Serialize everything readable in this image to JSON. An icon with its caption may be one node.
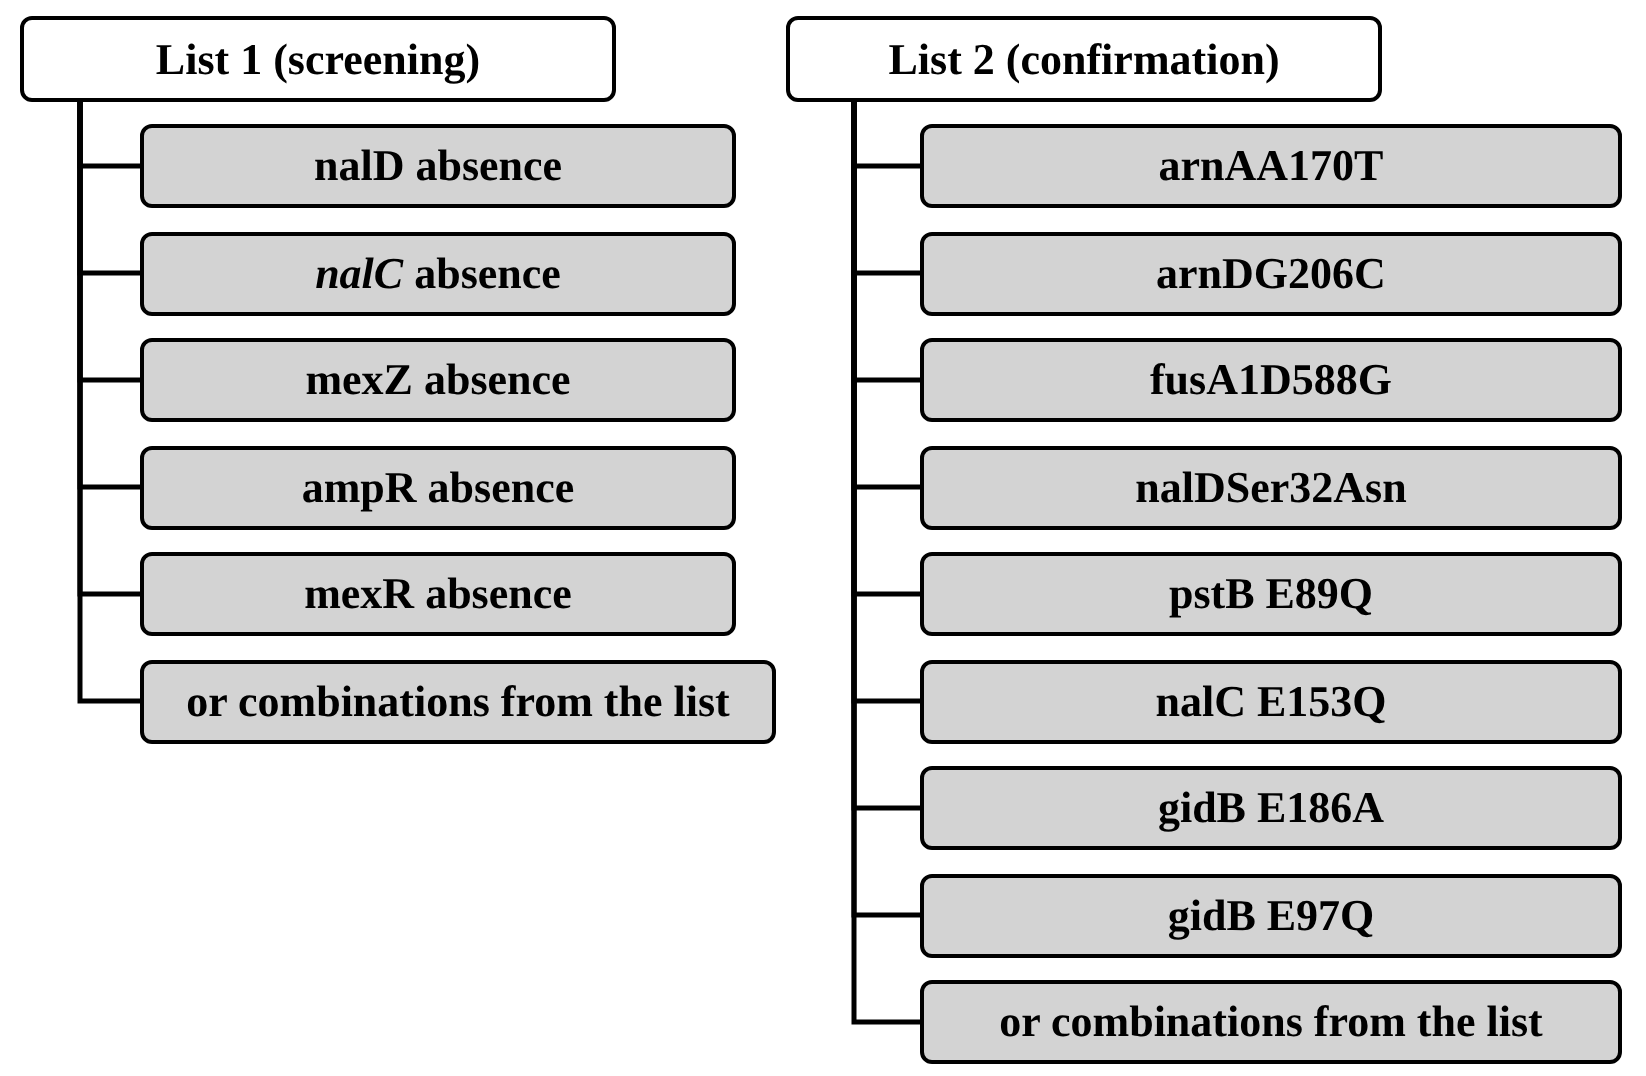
{
  "diagram": {
    "nodes": [
      {
        "text": [
          "List 1 (screening)"
        ]
      },
      {
        "text": [
          "nalD absence"
        ]
      },
      {
        "text": [
          "*nalC* absence"
        ]
      },
      {
        "text": [
          "mexZ absence"
        ]
      },
      {
        "text": [
          "ampR absence"
        ]
      },
      {
        "text": [
          "mexR absence"
        ]
      },
      {
        "text": [
          "or combinations from the list"
        ]
      },
      {
        "text": [
          "List 2 (confirmation)"
        ]
      },
      {
        "text": [
          "arnAA170T"
        ]
      },
      {
        "text": [
          "arnDG206C"
        ]
      },
      {
        "text": [
          "fusA1D588G"
        ]
      },
      {
        "text": [
          "nalDSer32Asn"
        ]
      },
      {
        "text": [
          "pstB E89Q"
        ]
      },
      {
        "text": [
          "nalC E153Q"
        ]
      },
      {
        "text": [
          "gidB E186A"
        ]
      },
      {
        "text": [
          "gidB E97Q"
        ]
      },
      {
        "text": [
          "or combinations from the list"
        ]
      }
    ],
    "edges": [
      {
        "from": 0,
        "to": 1,
        "arrow": "none"
      },
      {
        "from": 0,
        "to": 2,
        "arrow": "none"
      },
      {
        "from": 0,
        "to": 3,
        "arrow": "none"
      },
      {
        "from": 0,
        "to": 4,
        "arrow": "none"
      },
      {
        "from": 0,
        "to": 5,
        "arrow": "none"
      },
      {
        "from": 0,
        "to": 6,
        "arrow": "none"
      },
      {
        "from": 7,
        "to": 8,
        "arrow": "none"
      },
      {
        "from": 7,
        "to": 9,
        "arrow": "none"
      },
      {
        "from": 7,
        "to": 10,
        "arrow": "none"
      },
      {
        "from": 7,
        "to": 11,
        "arrow": "none"
      },
      {
        "from": 7,
        "to": 12,
        "arrow": "none"
      },
      {
        "from": 7,
        "to": 13,
        "arrow": "none"
      },
      {
        "from": 7,
        "to": 14,
        "arrow": "none"
      },
      {
        "from": 7,
        "to": 15,
        "arrow": "none"
      },
      {
        "from": 7,
        "to": 16,
        "arrow": "none"
      }
    ]
  }
}
